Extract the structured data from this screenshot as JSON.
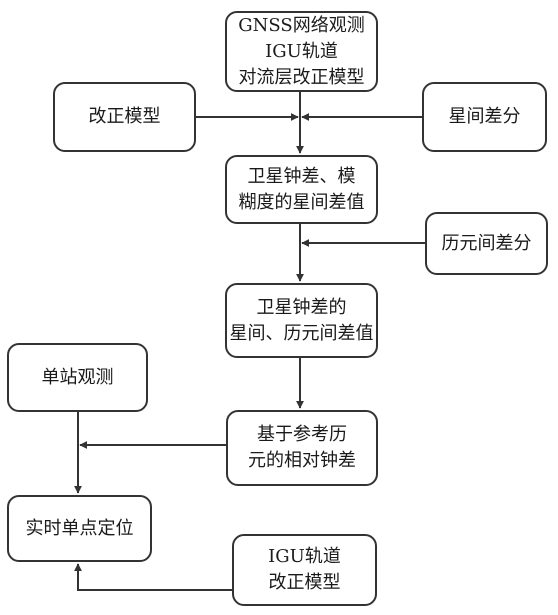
{
  "nodes": {
    "gnss": {
      "lines": [
        "GNSS网络观测",
        "IGU轨道",
        "对流层改正模型"
      ]
    },
    "correction_model": {
      "lines": [
        "改正模型"
      ]
    },
    "sat_diff": {
      "lines": [
        "星间差分"
      ]
    },
    "sat_clock_diff": {
      "lines": [
        "卫星钟差、模",
        "糊度的星间差值"
      ]
    },
    "epoch_diff": {
      "lines": [
        "历元间差分"
      ]
    },
    "sat_clock_sat_epoch": {
      "lines": [
        "卫星钟差的",
        "星间、历元间差值"
      ]
    },
    "single_station": {
      "lines": [
        "单站观测"
      ]
    },
    "ref_epoch": {
      "lines": [
        "基于参考历",
        "元的相对钟差"
      ]
    },
    "rt_ppp": {
      "lines": [
        "实时单点定位"
      ]
    },
    "igu_model": {
      "lines": [
        "IGU轨道",
        "改正模型"
      ]
    }
  },
  "colors": {
    "stroke": "#333333",
    "text": "#1a1a1a"
  }
}
